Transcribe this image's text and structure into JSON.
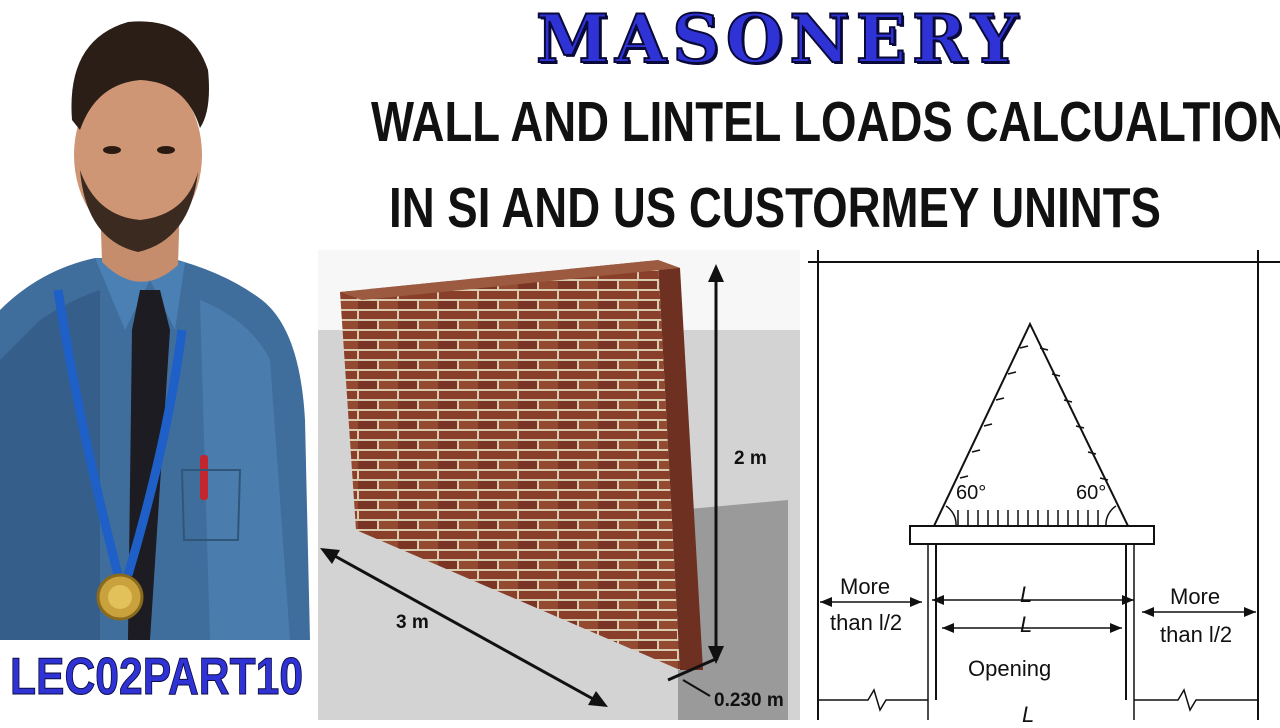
{
  "title": {
    "main": "MASONERY",
    "line1": "WALL AND LINTEL LOADS CALCUALTION",
    "line2": "IN SI AND US CUSTORMEY UNINTS"
  },
  "presenter": {
    "lecture_code": "LEC02PART10"
  },
  "wall_figure": {
    "height_label": "2 m",
    "length_label": "3 m",
    "thickness_label": "0.230 m",
    "brick_color": "#8a3f2a",
    "mortar_color": "#d9cbb0"
  },
  "lintel_diagram": {
    "angle_left": "60°",
    "angle_right": "60°",
    "more_left_1": "More",
    "more_left_2": "than l/2",
    "more_right_1": "More",
    "more_right_2": "than l/2",
    "span_upper": "L",
    "span_lower": "L",
    "opening_label": "Opening",
    "bottom_label": "L"
  },
  "colors": {
    "title_blue": "#2f33d6",
    "text_dark": "#111111"
  }
}
